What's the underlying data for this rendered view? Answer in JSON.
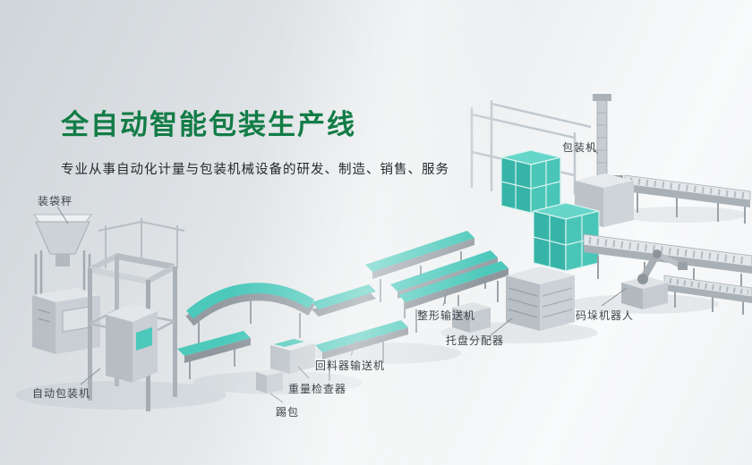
{
  "hero": {
    "title": "全自动智能包装生产线",
    "subtitle": "专业从事自动化计量与包装机械设备的研发、制造、销售、服务"
  },
  "labels": {
    "bagging_scale": "装袋秤",
    "packaging_machine": "包装机",
    "auto_packaging_machine": "自动包装机",
    "bag_kicker": "踢包",
    "weight_checker": "重量检查器",
    "return_conveyor": "回料器输送机",
    "shaping_conveyor": "整形输送机",
    "pallet_dispenser": "托盘分配器",
    "palletizing_robot": "码垛机器人"
  },
  "colors": {
    "title_green": "#127c46",
    "accent_teal": "#4cc9bb",
    "machine_gray": "#c7cdd2",
    "label_text": "#3d4449"
  }
}
